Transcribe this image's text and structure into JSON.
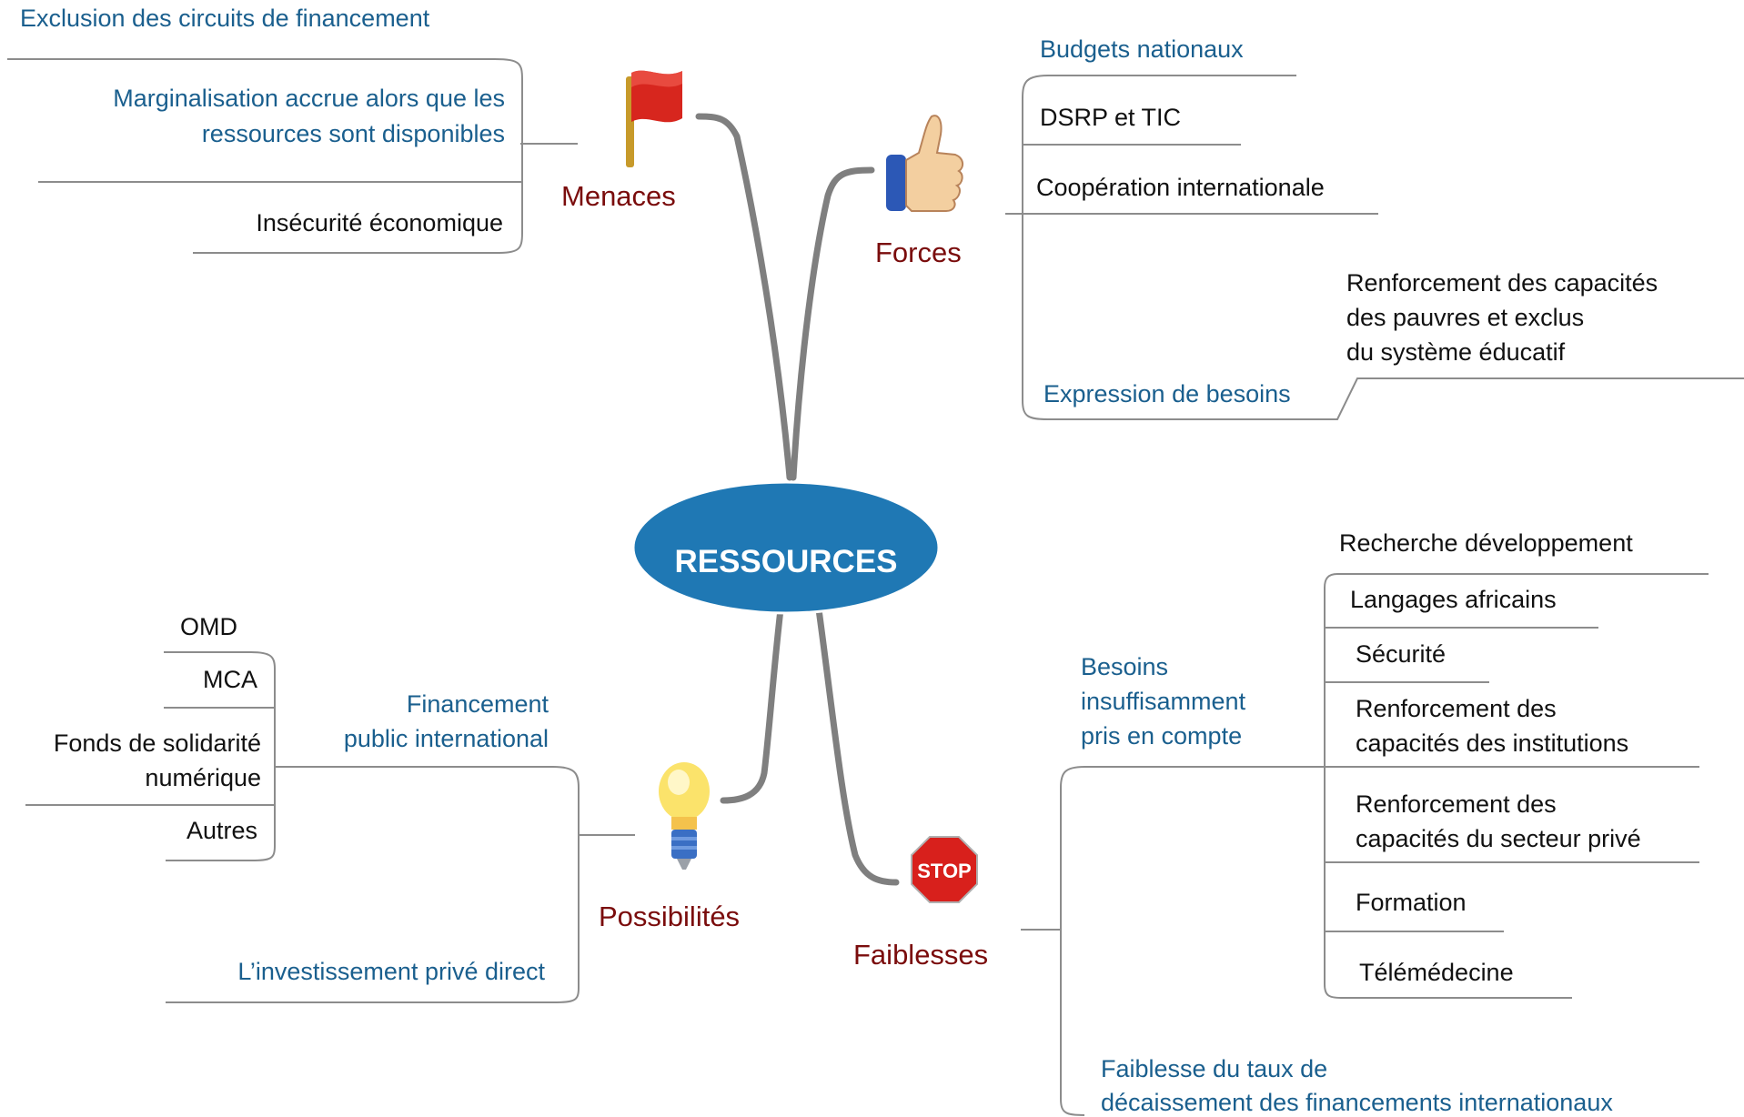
{
  "center": {
    "label": "RESSOURCES",
    "color": "#1f78b4"
  },
  "branches": {
    "menaces": {
      "label": "Menaces",
      "items": {
        "exclusion": "Exclusion des circuits de financement",
        "marginalisation_1": "Marginalisation accrue alors que les",
        "marginalisation_2": "ressources sont disponibles",
        "insecurite": "Insécurité économique"
      }
    },
    "forces": {
      "label": "Forces",
      "items": {
        "budgets": "Budgets nationaux",
        "dsrp": "DSRP et TIC",
        "cooperation": "Coopération internationale",
        "expression": "Expression de besoins",
        "renforcement_1": "Renforcement des capacités",
        "renforcement_2": "des pauvres et exclus",
        "renforcement_3": "du système éducatif"
      }
    },
    "possibilites": {
      "label": "Possibilités",
      "items": {
        "financement_1": "Financement",
        "financement_2": "public international",
        "omd": "OMD",
        "mca": "MCA",
        "fonds_1": "Fonds de solidarité",
        "fonds_2": "numérique",
        "autres": "Autres",
        "investissement": "L’investissement privé direct"
      }
    },
    "faiblesses": {
      "label": "Faiblesses",
      "items": {
        "besoins_1": "Besoins",
        "besoins_2": "insuffisamment",
        "besoins_3": "pris en compte",
        "recherche": "Recherche développement",
        "langages": "Langages africains",
        "securite": "Sécurité",
        "inst_1": "Renforcement des",
        "inst_2": "capacités des institutions",
        "prive_1": "Renforcement des",
        "prive_2": "capacités du secteur privé",
        "formation": "Formation",
        "telemedecine": "Télémédecine",
        "taux_1": "Faiblesse du taux de",
        "taux_2": "décaissement des financements internationaux"
      }
    }
  },
  "icons": {
    "menaces": "red-flag-icon",
    "forces": "thumbs-up-icon",
    "possibilites": "light-bulb-icon",
    "faiblesses": "stop-sign-icon",
    "stop_text": "STOP"
  },
  "colors": {
    "branch_line": "#7f7f7f",
    "connector": "#8c8c8c",
    "subtopic_blue": "#1a5f8e",
    "main_label_red": "#7a0c0c"
  }
}
